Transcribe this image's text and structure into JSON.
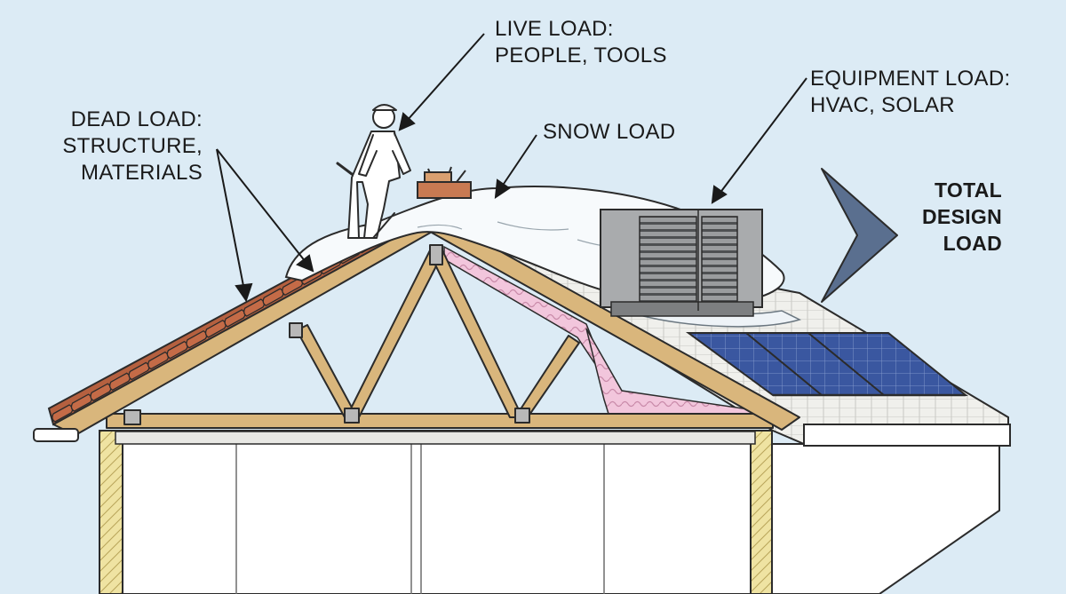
{
  "labels": {
    "live_load": [
      "LIVE LOAD:",
      "PEOPLE, TOOLS"
    ],
    "dead_load": [
      "DEAD LOAD:",
      "STRUCTURE,",
      "MATERIALS"
    ],
    "snow_load": [
      "SNOW LOAD"
    ],
    "equipment_load": [
      "EQUIPMENT LOAD:",
      "HVAC, SOLAR"
    ],
    "total_design_load": [
      "TOTAL",
      "DESIGN",
      "LOAD"
    ]
  },
  "colors": {
    "sky": "#dcebf5",
    "wood": "#d9b67c",
    "shingles": "#b5603f",
    "insulation": "#f2c6dc",
    "hvac": "#a9abad",
    "solar": "#37539b",
    "snow": "#f7fafc",
    "arrow_total": "#5a6f8f"
  },
  "icons": {
    "worker": "worker-icon",
    "tools": "toolbox-icon",
    "hvac": "hvac-unit-icon",
    "solar": "solar-panel-icon"
  }
}
